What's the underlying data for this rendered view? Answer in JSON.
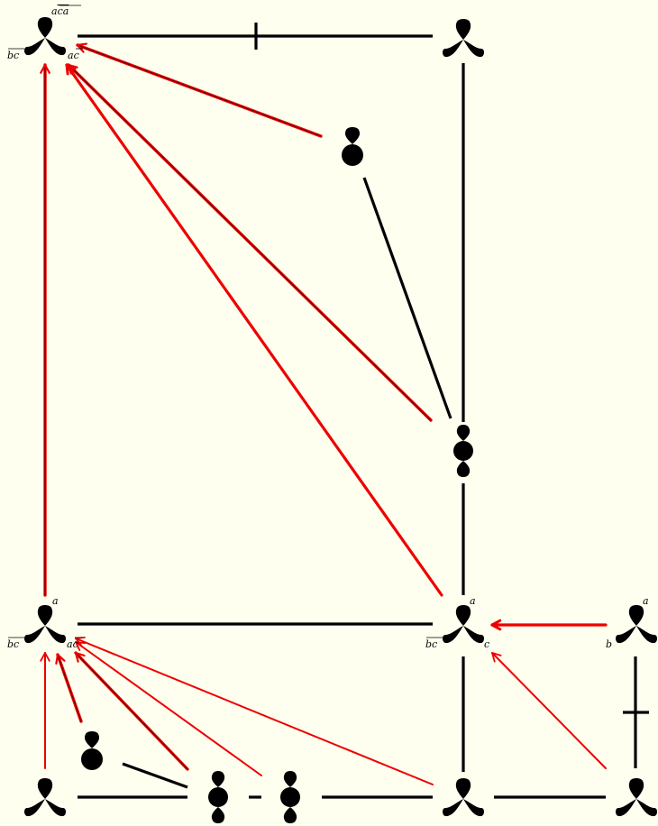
{
  "colors": {
    "background": "#fffff0",
    "edge": "#000000",
    "arrow": "#ee0000",
    "arrow_inner": "#5a0000"
  },
  "labels": {
    "tl_top": "a̅c̅a̅",
    "tl_top_a": "a",
    "tl_top_ca": "ca",
    "tl_left": "bc",
    "tl_right_a": "a",
    "tl_right_c": "c",
    "ml_top": "a",
    "ml_left": "bc",
    "ml_right_a": "a",
    "ml_right_c": "c",
    "mr_top": "a",
    "mr_left": "bc",
    "mr_right": "c",
    "r_top": "a",
    "r_left": "b"
  },
  "nodes": [
    {
      "id": "tl",
      "icon": "three-petal-icon"
    },
    {
      "id": "tr",
      "icon": "three-petal-icon"
    },
    {
      "id": "top-mid",
      "icon": "theta-loop-icon"
    },
    {
      "id": "right-mid",
      "icon": "figure-eight-ring-icon"
    },
    {
      "id": "ml",
      "icon": "three-petal-icon"
    },
    {
      "id": "mr",
      "icon": "three-petal-icon"
    },
    {
      "id": "r",
      "icon": "three-petal-icon"
    },
    {
      "id": "bl",
      "icon": "three-petal-icon"
    },
    {
      "id": "bl-theta",
      "icon": "theta-loop-icon"
    },
    {
      "id": "b1",
      "icon": "figure-eight-ring-icon"
    },
    {
      "id": "b2",
      "icon": "figure-eight-ring-icon"
    },
    {
      "id": "bm",
      "icon": "three-petal-icon"
    },
    {
      "id": "br",
      "icon": "three-petal-icon"
    }
  ]
}
